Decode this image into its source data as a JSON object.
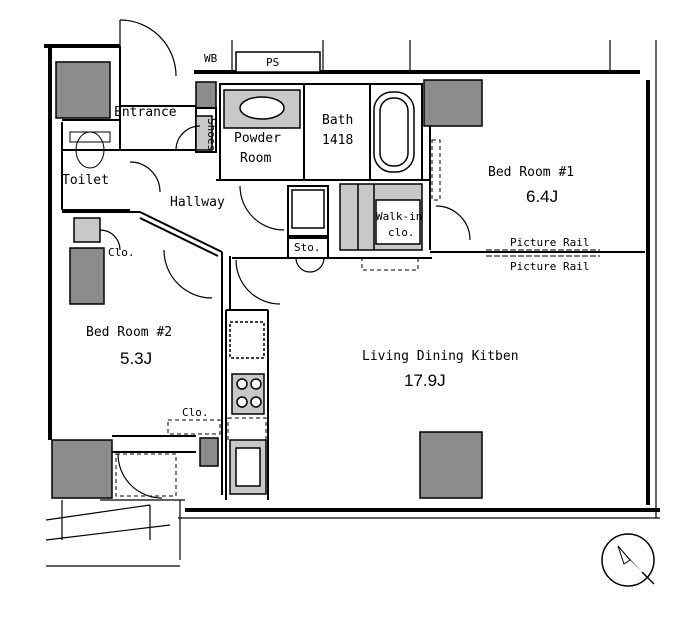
{
  "labels": {
    "wb": "WB",
    "ps": "PS",
    "entrance": "Entrance",
    "shoes": "Shoes",
    "powder_room_1": "Powder",
    "powder_room_2": "Room",
    "bath": "Bath",
    "bath_size": "1418",
    "toilet": "Toilet",
    "hallway": "Hallway",
    "walkin_1": "Walk-in",
    "walkin_2": "clo.",
    "sto": "Sto.",
    "clo_hall": "Clo.",
    "clo_bed2": "Clo.",
    "bedroom1_name": "Bed Room #1",
    "bedroom1_area": "6.4J",
    "bedroom2_name": "Bed Room #2",
    "bedroom2_area": "5.3J",
    "picture_rail_1": "Picture Rail",
    "picture_rail_2": "Picture Rail",
    "ldk_name": "Living Dining Kitben",
    "ldk_area": "17.9J"
  },
  "colors": {
    "wall": "#000000",
    "column": "#8c8c8c",
    "fixture_fill": "#c8c8c8",
    "line": "#000000"
  },
  "icons": [
    "north-compass-icon",
    "door-swing-icon",
    "stove-icon",
    "toilet-icon",
    "bathtub-icon"
  ]
}
